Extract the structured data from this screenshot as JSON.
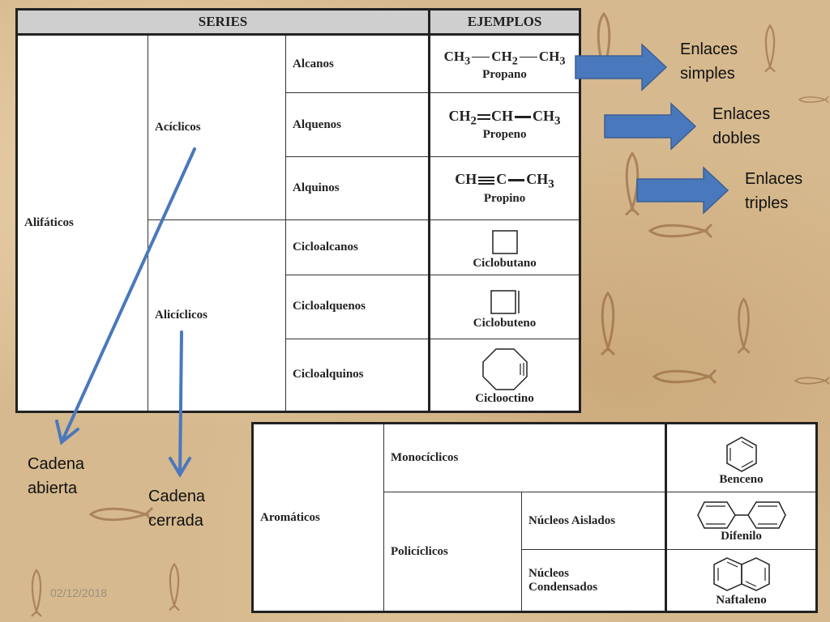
{
  "series_table": {
    "header": {
      "series": "SERIES",
      "examples": "EJEMPLOS"
    },
    "group": "Alifáticos",
    "acyclic": "Acíclicos",
    "alicyclic": "Alicíclicos",
    "rows": [
      {
        "series": "Alcanos",
        "example": "Propano"
      },
      {
        "series": "Alquenos",
        "example": "Propeno"
      },
      {
        "series": "Alquinos",
        "example": "Propino"
      },
      {
        "series": "Cicloalcanos",
        "example": "Ciclobutano"
      },
      {
        "series": "Cicloalquenos",
        "example": "Ciclobuteno"
      },
      {
        "series": "Cicloalquinos",
        "example": "Ciclooctino"
      }
    ]
  },
  "formulas": {
    "propano": [
      "CH",
      "3",
      "CH",
      "2",
      "CH",
      "3"
    ],
    "propeno": [
      "CH",
      "2",
      "CH",
      "CH",
      "3"
    ],
    "propino": [
      "CH",
      "C",
      "CH",
      "3"
    ]
  },
  "aromatic_table": {
    "group": "Aromáticos",
    "mono": "Monocíclicos",
    "poly": "Policíclicos",
    "isolated": "Núcleos Aislados",
    "condensed_1": "Núcleos",
    "condensed_2": "Condensados",
    "examples": {
      "benceno": "Benceno",
      "difenilo": "Difenilo",
      "naftaleno": "Naftaleno"
    }
  },
  "annotations": {
    "simples_1": "Enlaces",
    "simples_2": "simples",
    "dobles_1": "Enlaces",
    "dobles_2": "dobles",
    "triples_1": "Enlaces",
    "triples_2": "triples",
    "abierta_1": "Cadena",
    "abierta_2": "abierta",
    "cerrada_1": "Cadena",
    "cerrada_2": "cerrada"
  },
  "date": "02/12/2018",
  "colors": {
    "arrow": "#4a78bc",
    "arrow_stroke": "#3a5f95",
    "table_header": "#cfcfcf"
  }
}
